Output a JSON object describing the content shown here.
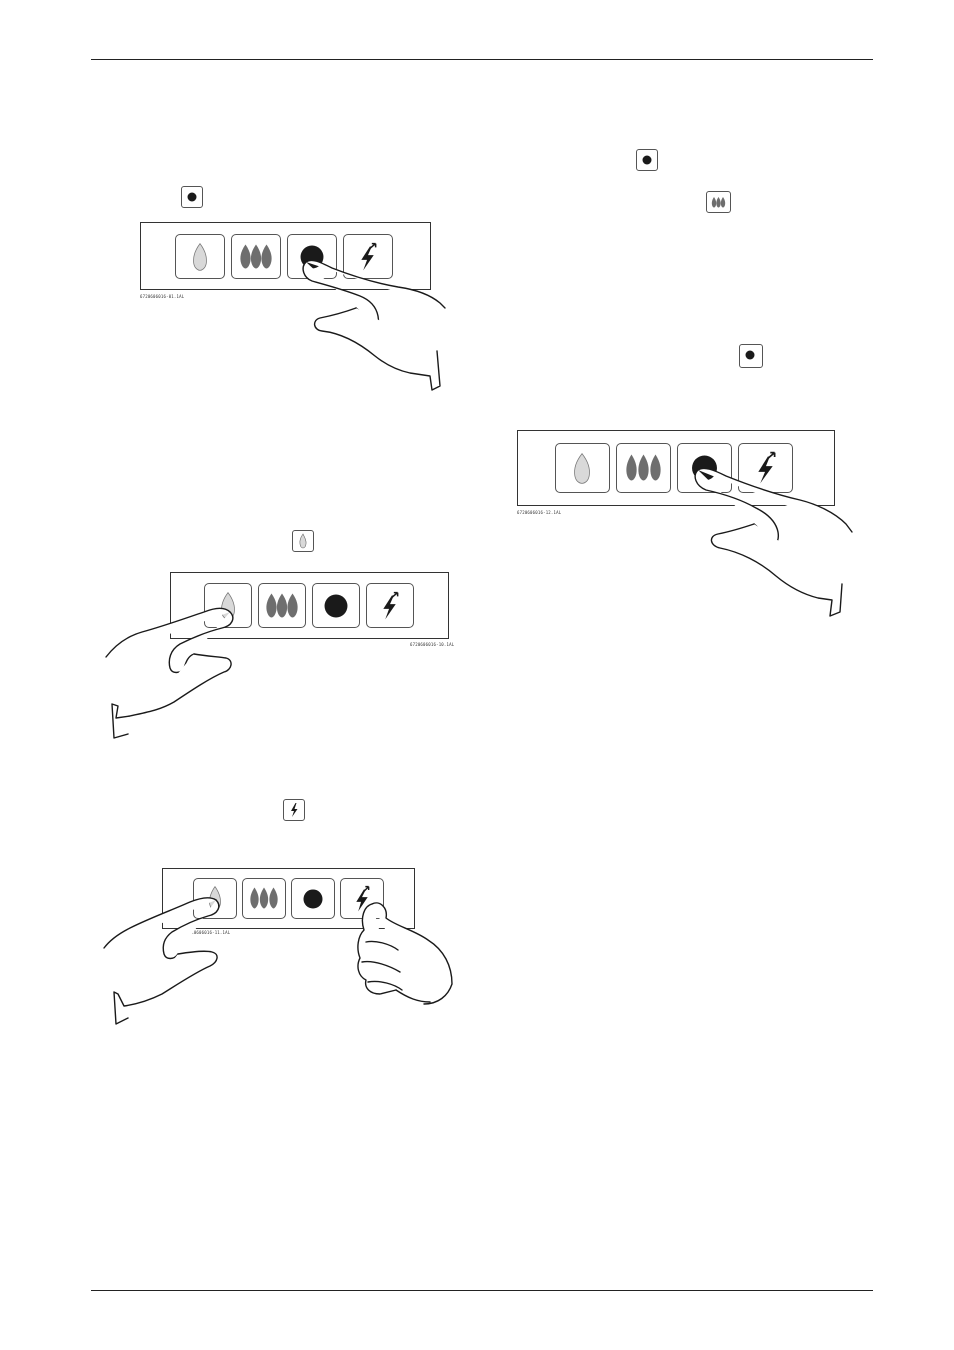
{
  "page": {
    "figures": [
      {
        "id": "fig1",
        "code": "6720606016-01.1AL"
      },
      {
        "id": "fig2",
        "code": "6720606016-10.1AL"
      },
      {
        "id": "fig3",
        "code": "6720606016-11.1AL"
      },
      {
        "id": "fig4",
        "code": "6720606016-12.1AL"
      }
    ],
    "icons": {
      "dot": "record-dot-icon",
      "single_flame": "single-flame-icon",
      "triple_flame": "triple-flame-icon",
      "ignition": "ignition-spark-icon",
      "hand": "pointing-hand-icon"
    },
    "colors": {
      "ink": "#1a1a1a",
      "flame_light": "#d9d9d9",
      "flame_dark": "#6e6e6e"
    }
  }
}
